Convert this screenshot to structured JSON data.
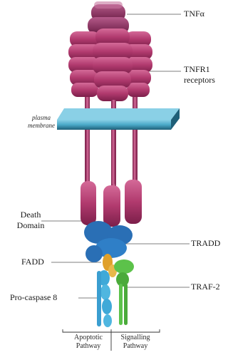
{
  "labels": {
    "tnf": "TNFα",
    "tnfr1_line1": "TNFR1",
    "tnfr1_line2": "receptors",
    "membrane_line1": "plasma",
    "membrane_line2": "membrane",
    "death_line1": "Death",
    "death_line2": "Domain",
    "fadd": "FADD",
    "procaspase": "Pro-caspase 8",
    "tradd": "TRADD",
    "traf2": "TRAF-2",
    "apoptotic_line1": "Apoptotic",
    "apoptotic_line2": "Pathway",
    "signalling_line1": "Signalling",
    "signalling_line2": "Pathway"
  },
  "colors": {
    "receptor": "#b13a6e",
    "receptor_dark": "#7c1f4a",
    "tnf": "#8c2a5c",
    "membrane": "#4aa9c8",
    "membrane_dark": "#1f5f78",
    "tradd": "#2a6fb5",
    "fadd": "#e0a02a",
    "caspase": "#3fa9d8",
    "traf2": "#5cc24a"
  }
}
